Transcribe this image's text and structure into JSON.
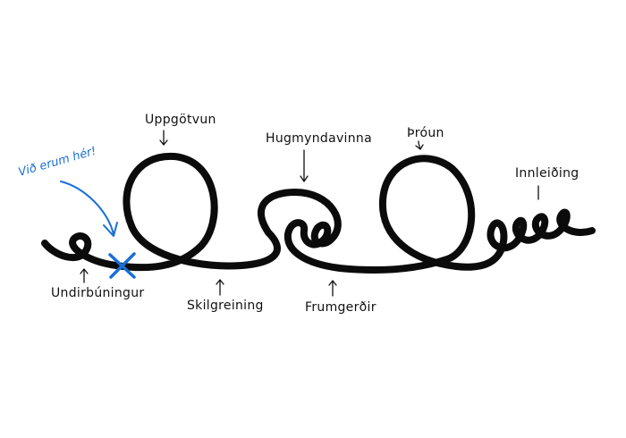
{
  "diagram": {
    "here_label": "Við erum hér!",
    "stages": {
      "undirbuningur": "Undirbúningur",
      "uppgotvun": "Uppgötvun",
      "skilgreining": "Skilgreining",
      "hugmyndavinna": "Hugmyndavinna",
      "frumgerdir": "Frumgerðir",
      "throun": "Þróun",
      "innleiding": "Innleiðing"
    },
    "colors": {
      "line": "#0b0b0b",
      "marker": "#1a6fd6"
    },
    "icons": {
      "marker": "x-mark-icon",
      "arrows": "arrow-icon"
    }
  }
}
